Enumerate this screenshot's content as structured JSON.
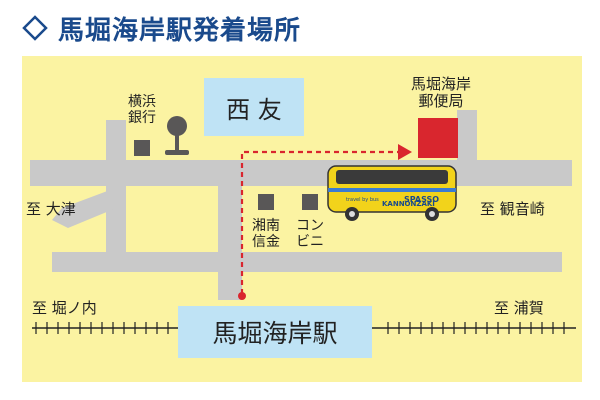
{
  "title": {
    "text": "馬堀海岸駅発着場所",
    "icon": "diamond-outline-icon",
    "color": "#1a4a8c"
  },
  "map": {
    "background": "#fbf3a2",
    "road_color": "#c9c9c9",
    "landmarks": {
      "nishitomo": "西 友",
      "post_office_line1": "馬堀海岸",
      "post_office_line2": "郵便局",
      "yokohama_bank_line1": "横浜",
      "yokohama_bank_line2": "銀行",
      "shonan_shinkin_line1": "湘南",
      "shonan_shinkin_line2": "信金",
      "convenience_line1": "コン",
      "convenience_line2": "ビニ"
    },
    "directions": {
      "west": "至 大津",
      "east": "至 観音崎",
      "rail_west": "至 堀ノ内",
      "rail_east": "至 浦賀"
    },
    "station": "馬堀海岸駅",
    "bus": {
      "brand": "KANNONZAKI",
      "name": "SPASSO",
      "tagline": "travel by bus"
    },
    "route_color": "#d9262e"
  }
}
